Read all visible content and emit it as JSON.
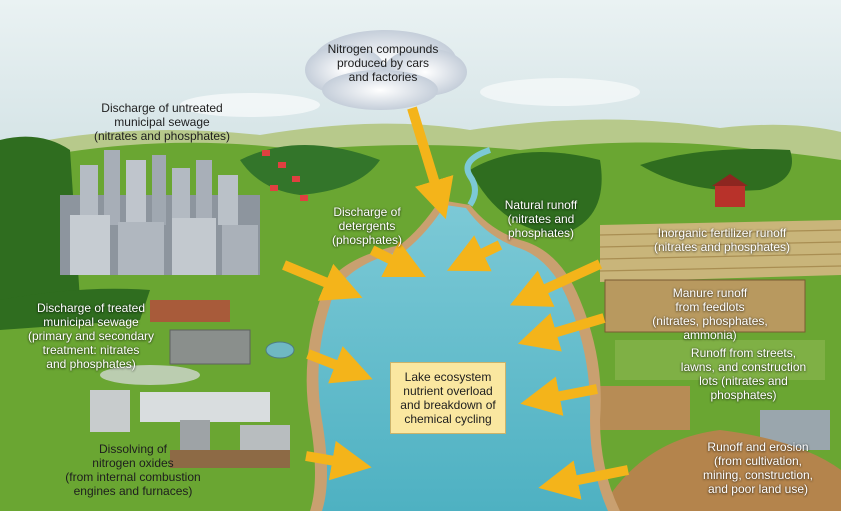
{
  "labels": {
    "nitrogen_compounds": "Nitrogen compounds\nproduced by cars\nand factories",
    "untreated_sewage": "Discharge of untreated\nmunicipal sewage\n(nitrates and phosphates)",
    "detergents": "Discharge of\ndetergents\n(phosphates)",
    "natural_runoff": "Natural runoff\n(nitrates and\nphosphates)",
    "fertilizer_runoff": "Inorganic fertilizer runoff\n(nitrates and phosphates)",
    "manure_runoff": "Manure runoff\nfrom feedlots\n(nitrates, phosphates,\nammonia)",
    "treated_sewage": "Discharge of treated\nmunicipal sewage\n(primary and secondary\ntreatment: nitrates\nand phosphates)",
    "streets_runoff": "Runoff from streets,\nlawns, and construction\nlots (nitrates and\nphosphates)",
    "center": "Lake ecosystem\nnutrient overload\nand breakdown of\nchemical cycling",
    "nitrogen_oxides": "Dissolving of\nnitrogen oxides\n(from internal combustion\nengines and furnaces)",
    "erosion_runoff": "Runoff and erosion\n(from cultivation,\nmining, construction,\nand poor land use)"
  },
  "colors": {
    "sky": "#d4e6ea",
    "hills": "#7bae3a",
    "grass": "#6aa632",
    "lake": "#5fbccc",
    "lake_edge": "#c9a070",
    "arrow": "#f4b41a",
    "forest": "#2f6d1f",
    "city": "#9aa2ab",
    "field": "#cfa86a",
    "dirt": "#b98a52",
    "box": "#fae7a0"
  }
}
